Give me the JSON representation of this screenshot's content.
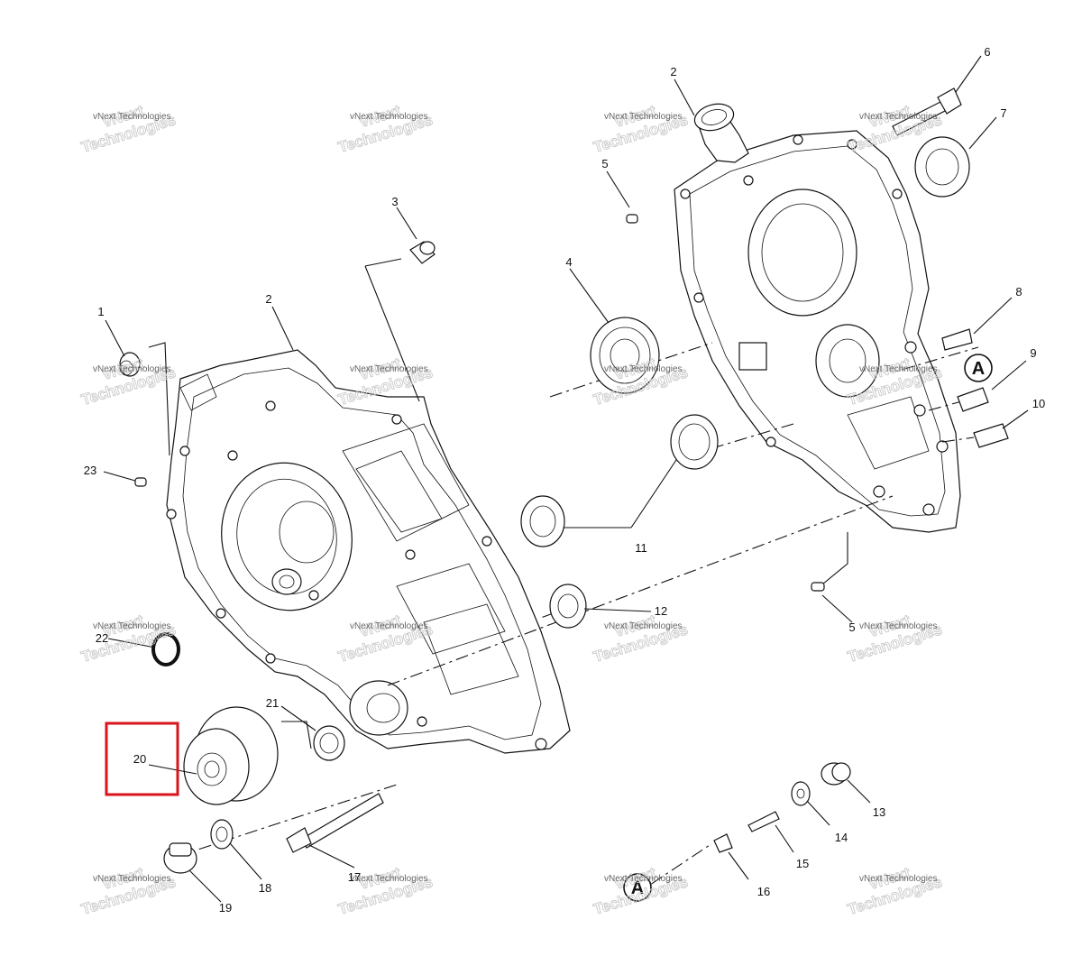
{
  "watermark": {
    "line1": "vNext",
    "line2": "Technologies",
    "small": "vNext Technologies"
  },
  "callouts": [
    {
      "id": "c1",
      "text": "1"
    },
    {
      "id": "c2a",
      "text": "2"
    },
    {
      "id": "c2b",
      "text": "2"
    },
    {
      "id": "c3",
      "text": "3"
    },
    {
      "id": "c4",
      "text": "4"
    },
    {
      "id": "c5a",
      "text": "5"
    },
    {
      "id": "c5b",
      "text": "5"
    },
    {
      "id": "c6",
      "text": "6"
    },
    {
      "id": "c7",
      "text": "7"
    },
    {
      "id": "c8",
      "text": "8"
    },
    {
      "id": "c9",
      "text": "9"
    },
    {
      "id": "c10",
      "text": "10"
    },
    {
      "id": "c11",
      "text": "11"
    },
    {
      "id": "c12",
      "text": "12"
    },
    {
      "id": "c13",
      "text": "13"
    },
    {
      "id": "c14",
      "text": "14"
    },
    {
      "id": "c15",
      "text": "15"
    },
    {
      "id": "c16",
      "text": "16"
    },
    {
      "id": "c17",
      "text": "17"
    },
    {
      "id": "c18",
      "text": "18"
    },
    {
      "id": "c19",
      "text": "19"
    },
    {
      "id": "c20",
      "text": "20"
    },
    {
      "id": "c21",
      "text": "21"
    },
    {
      "id": "c22",
      "text": "22"
    },
    {
      "id": "c23",
      "text": "23"
    }
  ],
  "reference_marks": [
    {
      "id": "refA1",
      "text": "A"
    },
    {
      "id": "refA2",
      "text": "A"
    }
  ],
  "highlight": {
    "callout": "20",
    "color": "#d8141c"
  }
}
